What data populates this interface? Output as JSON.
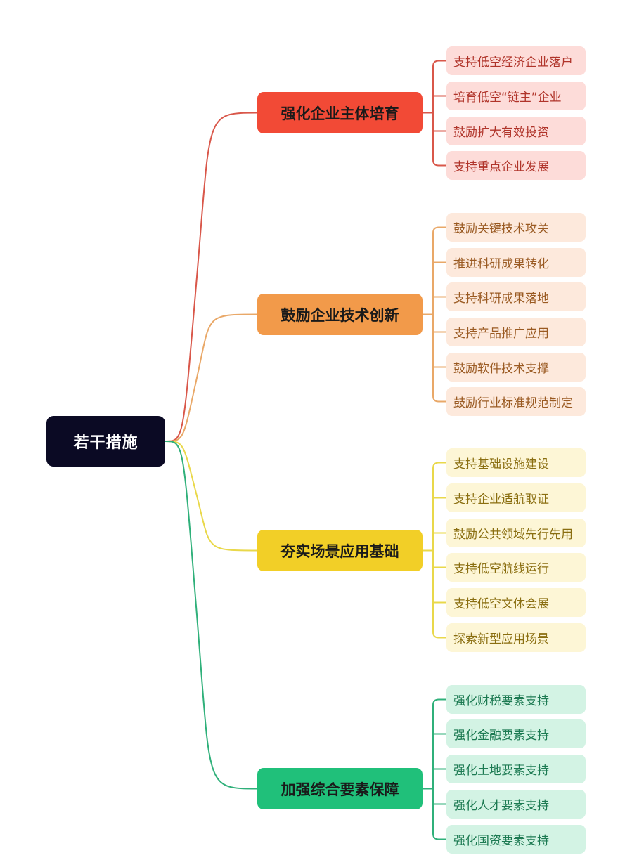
{
  "root": {
    "label": "若干措施",
    "color": "#0b0a24"
  },
  "branches": [
    {
      "label": "强化企业主体培育",
      "color": "#f24a36",
      "line_color": "#d9574a",
      "leaf_bg": "#fddcd9",
      "leaf_text": "#b0342a",
      "leaves": [
        "支持低空经济企业落户",
        "培育低空“链主”企业",
        "鼓励扩大有效投资",
        "支持重点企业发展"
      ]
    },
    {
      "label": "鼓励企业技术创新",
      "color": "#f29a4a",
      "line_color": "#e9a868",
      "leaf_bg": "#fde9dc",
      "leaf_text": "#9a5a22",
      "leaves": [
        "鼓励关键技术攻关",
        "推进科研成果转化",
        "支持科研成果落地",
        "支持产品推广应用",
        "鼓励软件技术支撑",
        "鼓励行业标准规范制定"
      ]
    },
    {
      "label": "夯实场景应用基础",
      "color": "#f2cf27",
      "line_color": "#e9d84a",
      "leaf_bg": "#fdf6d6",
      "leaf_text": "#8a6e10",
      "leaves": [
        "支持基础设施建设",
        "支持企业适航取证",
        "鼓励公共领域先行先用",
        "支持低空航线运行",
        "支持低空文体会展",
        "探索新型应用场景"
      ]
    },
    {
      "label": "加强综合要素保障",
      "color": "#20c07a",
      "line_color": "#2fb07a",
      "leaf_bg": "#d3f3e4",
      "leaf_text": "#1c7a52",
      "leaves": [
        "强化财税要素支持",
        "强化金融要素支持",
        "强化土地要素支持",
        "强化人才要素支持",
        "强化国资要素支持"
      ]
    }
  ]
}
